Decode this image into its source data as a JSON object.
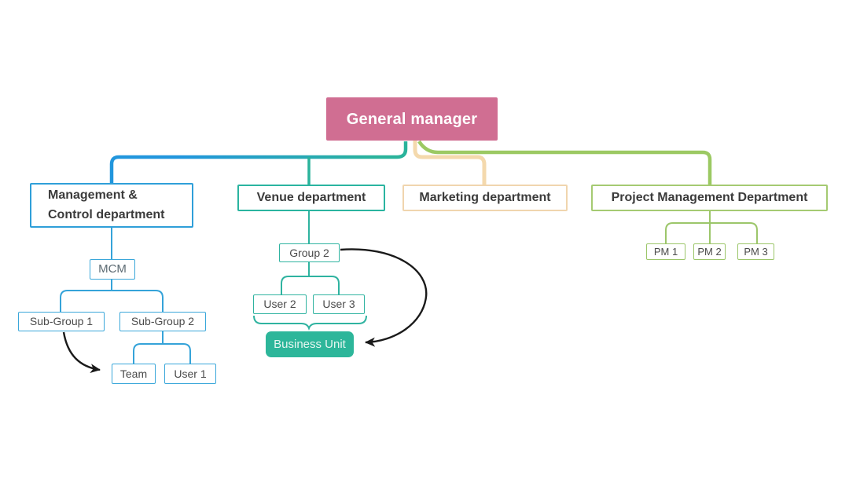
{
  "palette": {
    "root_fill": "#d06e92",
    "blue": "#2196dd",
    "teal": "#2ab39b",
    "tan": "#f4d9ad",
    "green": "#9cc963",
    "node_border_blue": "#3aa7da",
    "node_border_teal": "#2fb3a0",
    "node_border_tan": "#f0d5ae",
    "node_border_green": "#9cc66a",
    "business_unit_fill": "#2db69a",
    "arrow_black": "#1a1a1a",
    "title_text": "#3b3b3b",
    "node_text": "#4a4a4a"
  },
  "nodes": {
    "general_manager": {
      "label": "General manager"
    },
    "management_control": {
      "label": "Management &\nControl department"
    },
    "venue": {
      "label": "Venue department"
    },
    "marketing": {
      "label": "Marketing department"
    },
    "pmd": {
      "label": "Project Management Department"
    },
    "mcm": {
      "label": "MCM"
    },
    "sub_group_1": {
      "label": "Sub-Group 1"
    },
    "sub_group_2": {
      "label": "Sub-Group 2"
    },
    "team": {
      "label": "Team"
    },
    "user_1": {
      "label": "User 1"
    },
    "group_2": {
      "label": "Group 2"
    },
    "user_2": {
      "label": "User 2"
    },
    "user_3": {
      "label": "User 3"
    },
    "business_unit": {
      "label": "Business Unit"
    },
    "pm_1": {
      "label": "PM 1"
    },
    "pm_2": {
      "label": "PM 2"
    },
    "pm_3": {
      "label": "PM 3"
    }
  },
  "edges": {
    "hierarchy": [
      {
        "from": "general_manager",
        "to": "management_control",
        "color": "blue"
      },
      {
        "from": "general_manager",
        "to": "venue",
        "color": "teal"
      },
      {
        "from": "general_manager",
        "to": "marketing",
        "color": "tan"
      },
      {
        "from": "general_manager",
        "to": "pmd",
        "color": "green"
      },
      {
        "from": "management_control",
        "to": "mcm",
        "color": "blue"
      },
      {
        "from": "mcm",
        "to": "sub_group_1",
        "color": "blue"
      },
      {
        "from": "mcm",
        "to": "sub_group_2",
        "color": "blue"
      },
      {
        "from": "sub_group_2",
        "to": "team",
        "color": "blue"
      },
      {
        "from": "sub_group_2",
        "to": "user_1",
        "color": "blue"
      },
      {
        "from": "venue",
        "to": "group_2",
        "color": "teal"
      },
      {
        "from": "group_2",
        "to": "user_2",
        "color": "teal"
      },
      {
        "from": "group_2",
        "to": "user_3",
        "color": "teal"
      },
      {
        "from": "pmd",
        "to": "pm_1",
        "color": "green"
      },
      {
        "from": "pmd",
        "to": "pm_2",
        "color": "green"
      },
      {
        "from": "pmd",
        "to": "pm_3",
        "color": "green"
      }
    ],
    "brace": {
      "from": [
        "user_2",
        "user_3"
      ],
      "to": "business_unit",
      "color": "teal"
    },
    "arrows": [
      {
        "from": "sub_group_1",
        "to": "team",
        "style": "curved-black"
      },
      {
        "from": "group_2",
        "to": "business_unit",
        "style": "curved-black"
      }
    ]
  }
}
